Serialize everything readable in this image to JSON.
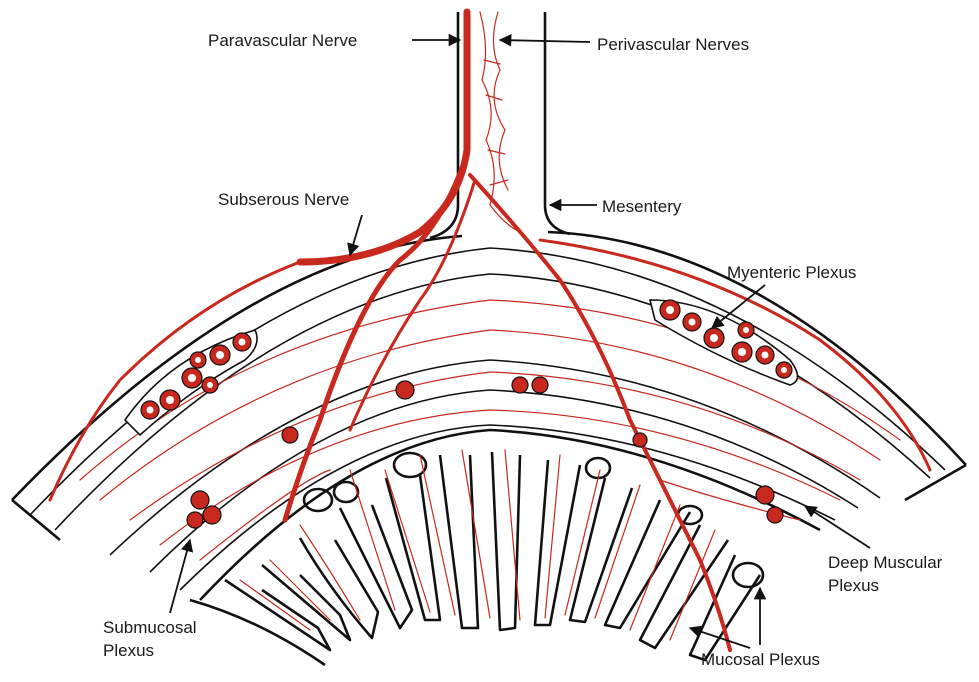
{
  "labels": {
    "paravascular_nerve": "Paravascular Nerve",
    "perivascular_nerves": "Perivascular Nerves",
    "subserous_nerve": "Subserous Nerve",
    "mesentery": "Mesentery",
    "myenteric_plexus": "Myenteric Plexus",
    "deep_muscular_plexus_1": "Deep Muscular",
    "deep_muscular_plexus_2": "Plexus",
    "submucosal_plexus_1": "Submucosal",
    "submucosal_plexus_2": "Plexus",
    "mucosal_plexus": "Mucosal Plexus"
  },
  "colors": {
    "nerve": "#c8281e",
    "outline": "#111111",
    "background": "#ffffff"
  }
}
